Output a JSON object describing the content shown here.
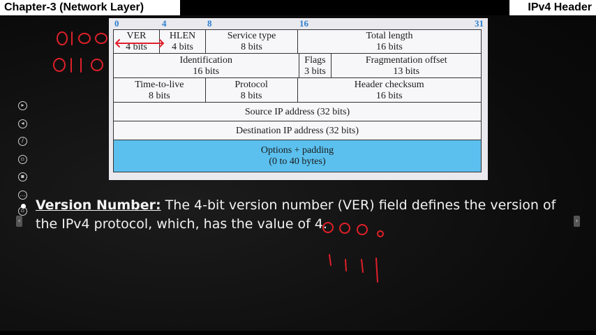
{
  "header": {
    "chapter_title": "Chapter-3 (Network Layer)",
    "topic_title": "IPv4 Header"
  },
  "diagram": {
    "bit_numbers": [
      "0",
      "4",
      "8",
      "16",
      "31"
    ],
    "rows": [
      [
        {
          "name": "VER",
          "size": "4 bits"
        },
        {
          "name": "HLEN",
          "size": "4 bits"
        },
        {
          "name": "Service type",
          "size": "8 bits"
        },
        {
          "name": "Total length",
          "size": "16 bits"
        }
      ],
      [
        {
          "name": "Identification",
          "size": "16 bits"
        },
        {
          "name": "Flags",
          "size": "3 bits"
        },
        {
          "name": "Fragmentation offset",
          "size": "13 bits"
        }
      ],
      [
        {
          "name": "Time-to-live",
          "size": "8 bits"
        },
        {
          "name": "Protocol",
          "size": "8 bits"
        },
        {
          "name": "Header checksum",
          "size": "16 bits"
        }
      ],
      [
        {
          "name": "Source IP address (32 bits)"
        }
      ],
      [
        {
          "name": "Destination IP address (32 bits)"
        }
      ],
      [
        {
          "name": "Options + padding",
          "size": "(0 to 40 bytes)"
        }
      ]
    ],
    "options_color": "#5bc0ee"
  },
  "description": {
    "term": "Version Number:",
    "text": " The 4-bit version number (VER) field defines the version of the IPv4 protocol, which, has the value of 4."
  },
  "annotations": {
    "ink_color": "#e0202a",
    "handwritten_1": "0100",
    "handwritten_2": "0110"
  },
  "sidebar_tools": [
    "play-icon",
    "back-icon",
    "pen-icon",
    "copy-icon",
    "screenshot-icon",
    "more-icon",
    "record-icon",
    "capture-icon"
  ]
}
